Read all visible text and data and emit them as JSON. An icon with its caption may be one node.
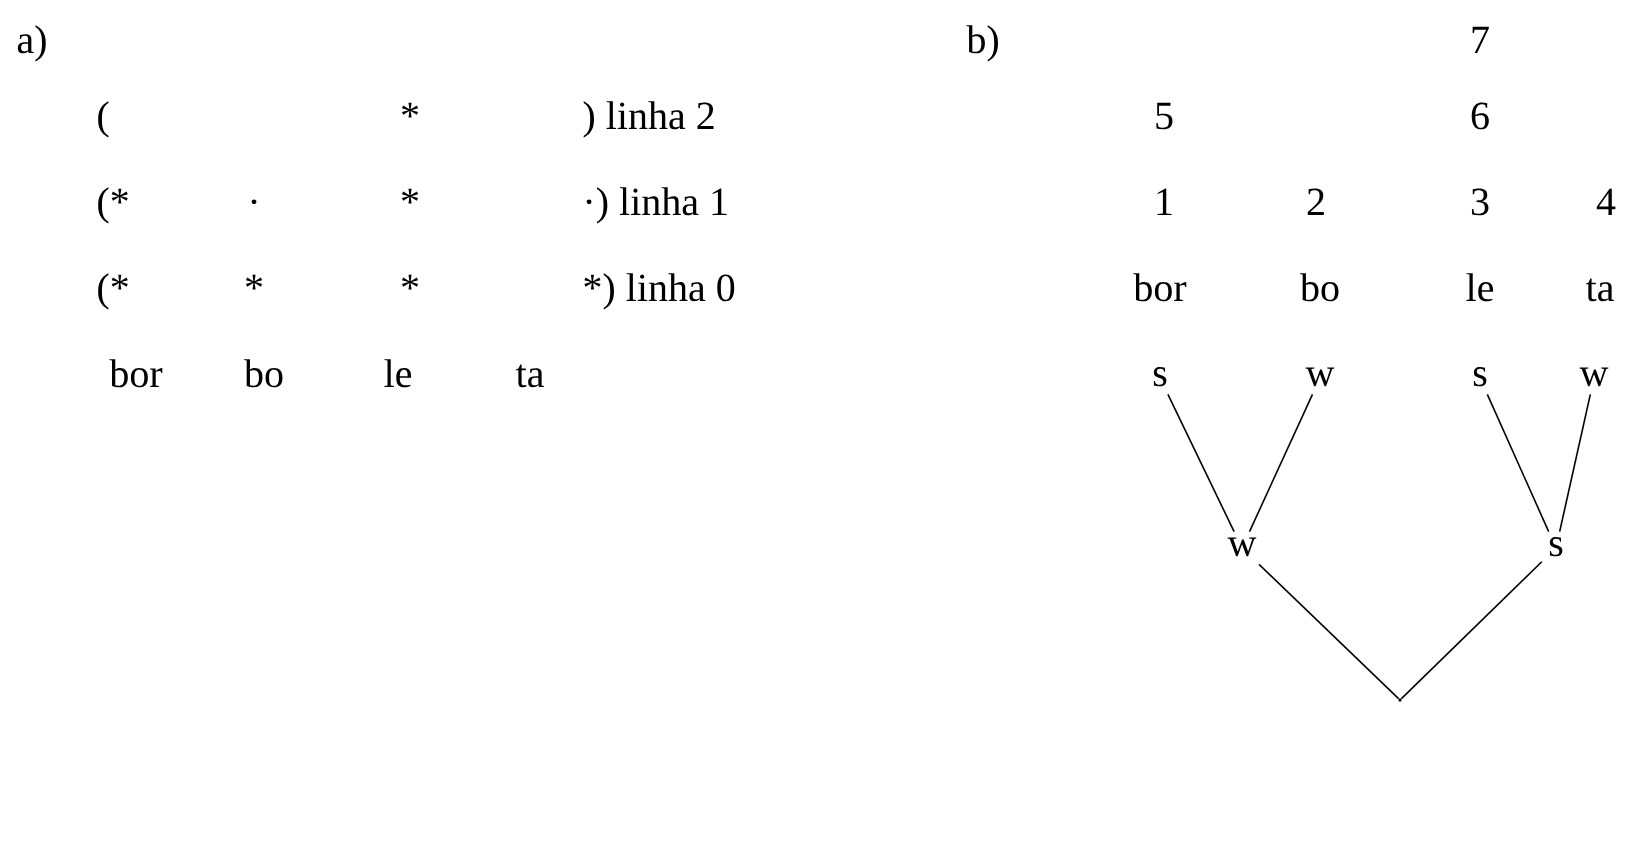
{
  "diagram": {
    "nodes": [
      {
        "text": [
          "s"
        ]
      },
      {
        "text": [
          "w"
        ]
      },
      {
        "text": [
          "s"
        ]
      },
      {
        "text": [
          "w"
        ]
      },
      {
        "text": [
          "w"
        ]
      },
      {
        "text": [
          "s"
        ]
      },
      {
        "text": [],
        "shape": "point"
      }
    ],
    "edges": [
      {
        "from": 4,
        "to": 0,
        "arrow": "none"
      },
      {
        "from": 4,
        "to": 1,
        "arrow": "none"
      },
      {
        "from": 5,
        "to": 2,
        "arrow": "none"
      },
      {
        "from": 5,
        "to": 3,
        "arrow": "none"
      },
      {
        "from": 6,
        "to": 4,
        "arrow": "none"
      },
      {
        "from": 6,
        "to": 5,
        "arrow": "none"
      }
    ],
    "labels": [
      "a)",
      "b)",
      "7",
      "(",
      "*",
      ") linha 2",
      "5",
      "6",
      "(*",
      "·",
      "*",
      "·) linha 1",
      "1",
      "2",
      "3",
      "4",
      "(*",
      "*",
      "*",
      "*) linha 0",
      "bor",
      "bo",
      "le",
      "ta",
      "bor",
      "bo",
      "le",
      "ta"
    ]
  }
}
